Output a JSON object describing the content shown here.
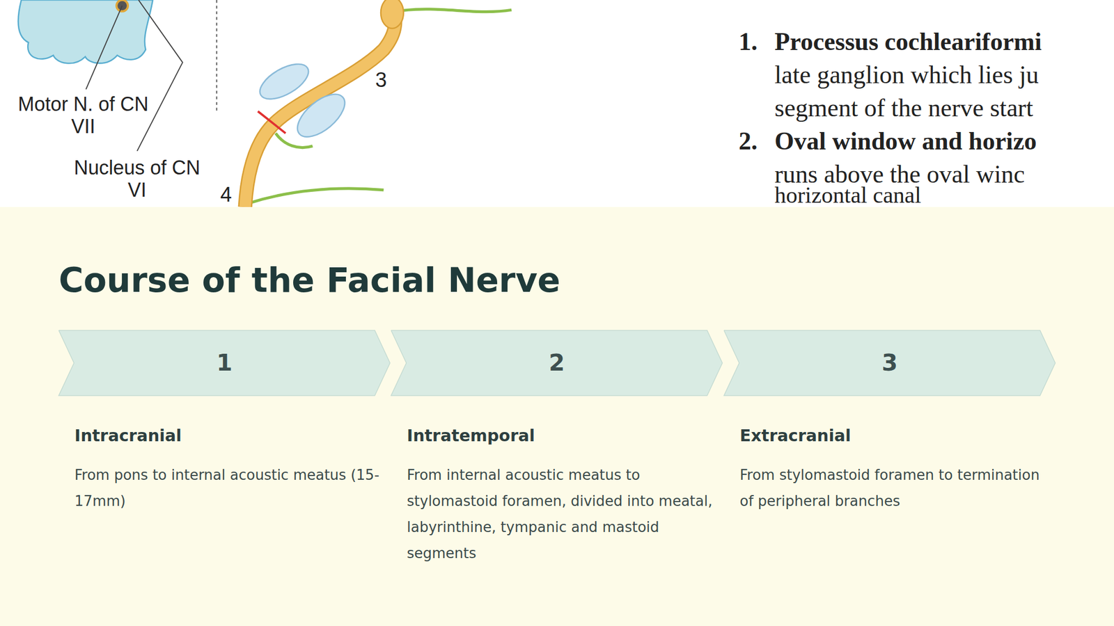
{
  "diagram": {
    "title": "Course of the Facial Nerve",
    "nodes": [
      {
        "text": [
          "1",
          "Intracranial",
          "From pons to internal acoustic meatus (15-17mm)"
        ]
      },
      {
        "text": [
          "2",
          "Intratemporal",
          "From internal acoustic meatus to stylomastoid foramen, divided into meatal, labyrinthine, tympanic and mastoid segments"
        ]
      },
      {
        "text": [
          "3",
          "Extracranial",
          "From stylomastoid foramen to termination of peripheral branches"
        ]
      }
    ],
    "labels": [
      "Motor N. of CN VII",
      "Nucleus of CN VI",
      "3",
      "4",
      "1.",
      "Processus cochleariformi",
      "late ganglion which lies ju",
      "segment of the nerve start",
      "2.",
      "Oval window and horizo",
      "runs above the oval winc",
      "horizontal canal"
    ]
  }
}
